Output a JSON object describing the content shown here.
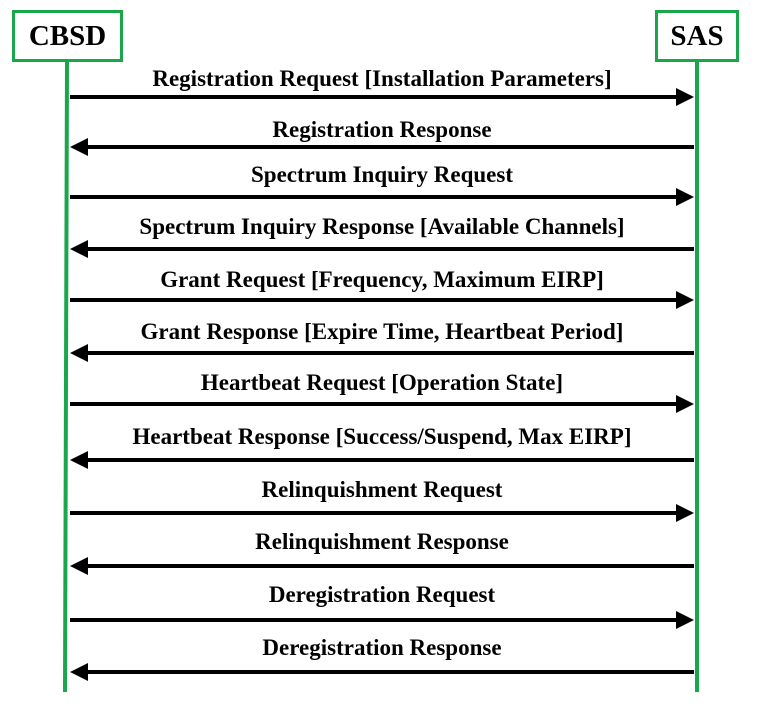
{
  "actors": {
    "left": {
      "label": "CBSD"
    },
    "right": {
      "label": "SAS"
    }
  },
  "colors": {
    "lifeline": "#1aa64a",
    "arrow": "#000000",
    "text": "#000000"
  },
  "messages": [
    {
      "label": "Registration Request [Installation Parameters]",
      "direction": "to-right"
    },
    {
      "label": "Registration Response",
      "direction": "to-left"
    },
    {
      "label": "Spectrum Inquiry Request",
      "direction": "to-right"
    },
    {
      "label": "Spectrum Inquiry Response [Available Channels]",
      "direction": "to-left"
    },
    {
      "label": "Grant Request [Frequency, Maximum EIRP]",
      "direction": "to-right"
    },
    {
      "label": "Grant Response [Expire Time, Heartbeat Period]",
      "direction": "to-left"
    },
    {
      "label": "Heartbeat Request [Operation State]",
      "direction": "to-right"
    },
    {
      "label": "Heartbeat Response [Success/Suspend, Max EIRP]",
      "direction": "to-left"
    },
    {
      "label": "Relinquishment Request",
      "direction": "to-right"
    },
    {
      "label": "Relinquishment Response",
      "direction": "to-left"
    },
    {
      "label": "Deregistration Request",
      "direction": "to-right"
    },
    {
      "label": "Deregistration Response",
      "direction": "to-left"
    }
  ]
}
